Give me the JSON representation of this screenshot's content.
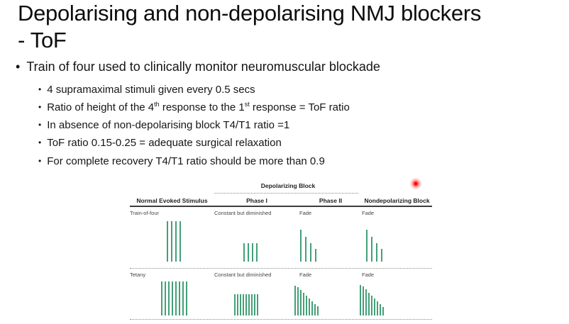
{
  "slide": {
    "bullet_char": "•",
    "title_lines": [
      "Depolarising and non-depolarising NMJ blockers",
      "- ToF"
    ],
    "bullet_main": "Train of four used to clinically monitor neuromuscular blockade",
    "sub_bullet_1": "4 supramaximal stimuli given every 0.5 secs",
    "sub_bullet_ratio": {
      "a": "Ratio of height of the 4",
      "a_sup": "th",
      "b": " response to the 1",
      "b_sup": "st",
      "c": " response = ToF ratio"
    },
    "sub_bullet_3": "In absence of non-depolarising block T4/T1 ratio =1",
    "sub_bullet_4": "ToF ratio 0.15-0.25 = adequate surgical relaxation",
    "sub_bullet_5": "For complete recovery T4/T1 ratio should be more than 0.9"
  },
  "figure": {
    "group_header": "Depolarizing Block",
    "columns": [
      "Normal Evoked Stimulus",
      "Phase I",
      "Phase II",
      "Nondepolarizing Block"
    ],
    "bar_color": "#43a078",
    "rows": [
      {
        "label": "Train-of-four",
        "captions": [
          "",
          "Constant but diminished",
          "Fade",
          "Fade"
        ],
        "bars": [
          [
            100,
            100,
            100,
            100
          ],
          [
            46,
            46,
            46,
            46
          ],
          [
            79,
            61,
            46,
            32
          ],
          [
            79,
            61,
            46,
            32
          ]
        ]
      },
      {
        "label": "Tetany",
        "captions": [
          "",
          "Constant but diminished",
          "Fade",
          "Fade"
        ],
        "bars": [
          [
            100,
            100,
            100,
            100,
            100,
            100,
            100,
            100
          ],
          [
            62,
            62,
            62,
            62,
            62,
            62,
            62,
            62,
            62
          ],
          [
            88,
            83,
            75,
            67,
            58,
            50,
            42,
            33,
            27
          ],
          [
            90,
            85,
            77,
            67,
            58,
            50,
            42,
            33,
            25
          ]
        ]
      }
    ]
  },
  "laser_pointer": {
    "color": "#ff0000"
  }
}
